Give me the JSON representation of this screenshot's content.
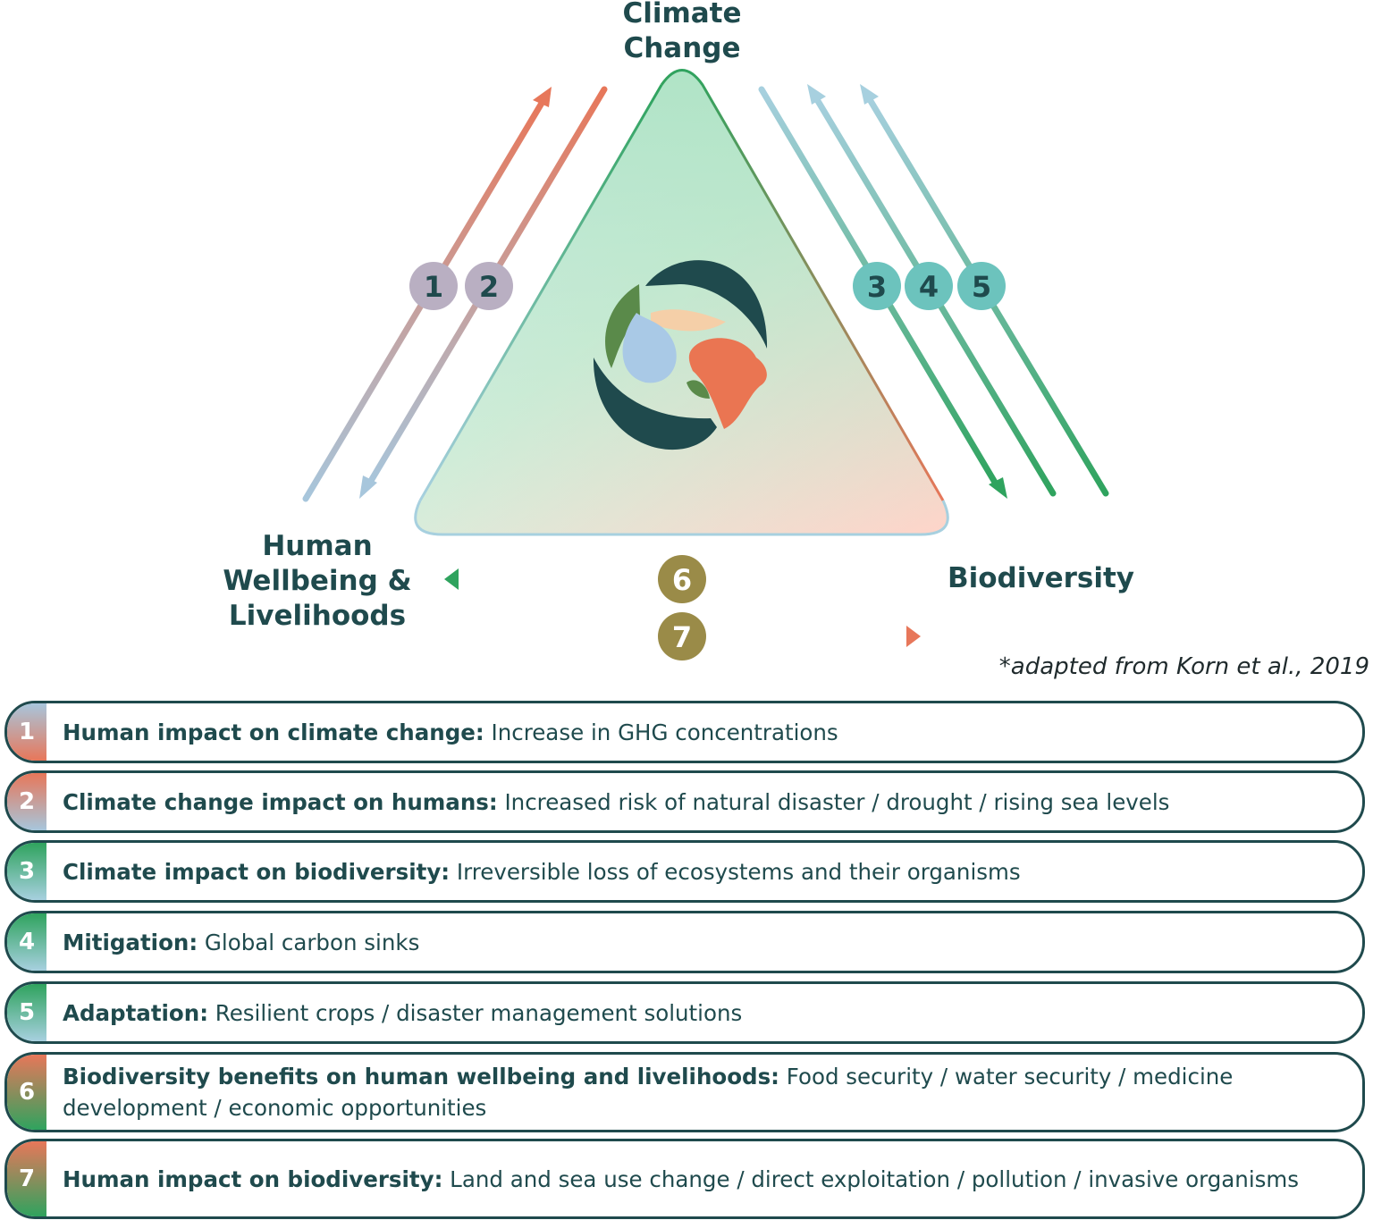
{
  "nodes": {
    "climate": "Climate\nChange",
    "human": "Human\nWellbeing &\nLivelihoods",
    "biodiversity": "Biodiversity"
  },
  "badges": [
    "1",
    "2",
    "3",
    "4",
    "5",
    "6",
    "7"
  ],
  "credit": "*adapted from Korn et al., 2019",
  "legend": [
    {
      "num": "1",
      "title": "Human impact on climate change:",
      "desc": " Increase in GHG concentrations"
    },
    {
      "num": "2",
      "title": "Climate change impact on humans:",
      "desc": " Increased risk of natural disaster / drought / rising sea levels"
    },
    {
      "num": "3",
      "title": "Climate impact on biodiversity:",
      "desc": " Irreversible loss of ecosystems and their organisms"
    },
    {
      "num": "4",
      "title": "Mitigation:",
      "desc": " Global carbon sinks"
    },
    {
      "num": "5",
      "title": "Adaptation:",
      "desc": " Resilient crops / disaster management solutions"
    },
    {
      "num": "6",
      "title": "Biodiversity benefits on human wellbeing and livelihoods:",
      "desc": " Food security / water security / medicine development / economic opportunities"
    },
    {
      "num": "7",
      "title": "Human impact on biodiversity:",
      "desc": " Land and sea use change / direct exploitation / pollution / invasive organisms"
    }
  ],
  "colors": {
    "dark": "#1f4a4d",
    "orange": "#e7775a",
    "green": "#2fa35e",
    "blue": "#a7c6dc",
    "badge_left": "#b9afc2",
    "badge_right": "#6cc3bd",
    "badge_bottom": "#9a8b48"
  },
  "icons": [
    "hands-globe-logo-icon"
  ]
}
